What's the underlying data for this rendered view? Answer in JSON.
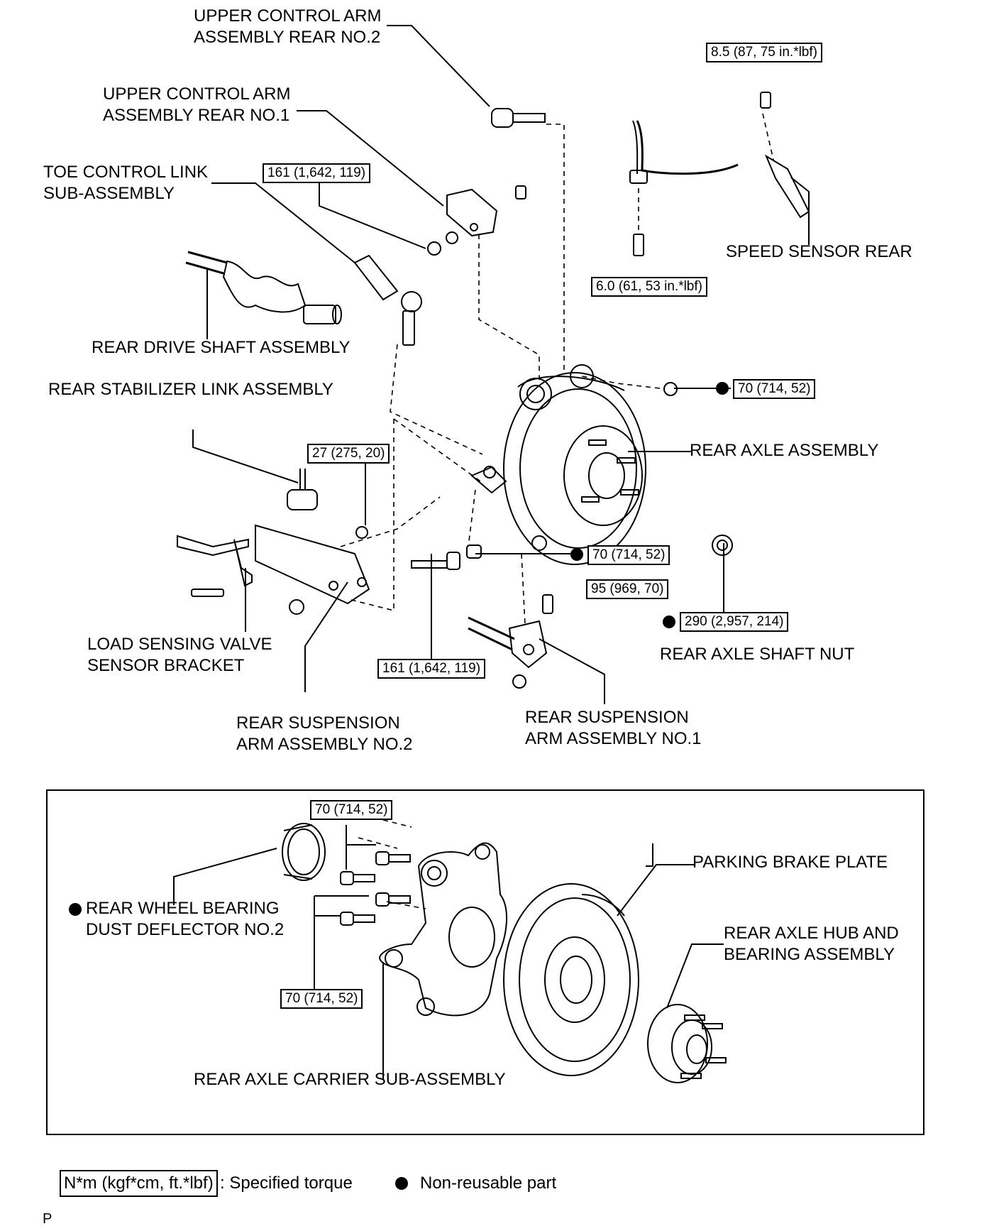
{
  "labels": {
    "upper_arm_no2": [
      "UPPER CONTROL ARM",
      "ASSEMBLY REAR NO.2"
    ],
    "upper_arm_no1": [
      "UPPER CONTROL ARM",
      "ASSEMBLY REAR NO.1"
    ],
    "toe_link": [
      "TOE CONTROL LINK",
      "SUB-ASSEMBLY"
    ],
    "speed_sensor": "SPEED SENSOR REAR",
    "drive_shaft": "REAR DRIVE SHAFT ASSEMBLY",
    "stabilizer_link": "REAR STABILIZER LINK ASSEMBLY",
    "rear_axle": "REAR AXLE ASSEMBLY",
    "load_valve": [
      "LOAD SENSING VALVE",
      "SENSOR BRACKET"
    ],
    "arm_no2": [
      "REAR SUSPENSION",
      "ARM ASSEMBLY NO.2"
    ],
    "arm_no1": [
      "REAR SUSPENSION",
      "ARM ASSEMBLY NO.1"
    ],
    "shaft_nut": "REAR AXLE SHAFT NUT",
    "parking_plate": "PARKING BRAKE PLATE",
    "dust_deflector": [
      "REAR WHEEL BEARING",
      "DUST DEFLECTOR NO.2"
    ],
    "hub_bearing": [
      "REAR AXLE HUB AND",
      "BEARING ASSEMBLY"
    ],
    "carrier": "REAR AXLE CARRIER SUB-ASSEMBLY"
  },
  "torques": {
    "speed_sensor_bolt": "8.5 (87, 75 in.*lbf)",
    "toe_link_nut": "161 (1,642, 119)",
    "harness_bolt": "6.0 (61, 53 in.*lbf)",
    "upper_arm_nut": "70 (714, 52)",
    "stabilizer_nut": "27 (275, 20)",
    "arm_no1_nut": "70 (714, 52)",
    "arm_no1_bolt": "95 (969, 70)",
    "axle_shaft_nut": "290 (2,957, 214)",
    "arm_no2_bolt": "161 (1,642, 119)",
    "inset_top": "70 (714, 52)",
    "inset_bottom": "70 (714, 52)"
  },
  "legend": {
    "torque_unit": "N*m (kgf*cm, ft.*lbf)",
    "torque_desc": ": Specified torque",
    "nonreusable_desc": "Non-reusable part"
  },
  "footer_code": "P"
}
